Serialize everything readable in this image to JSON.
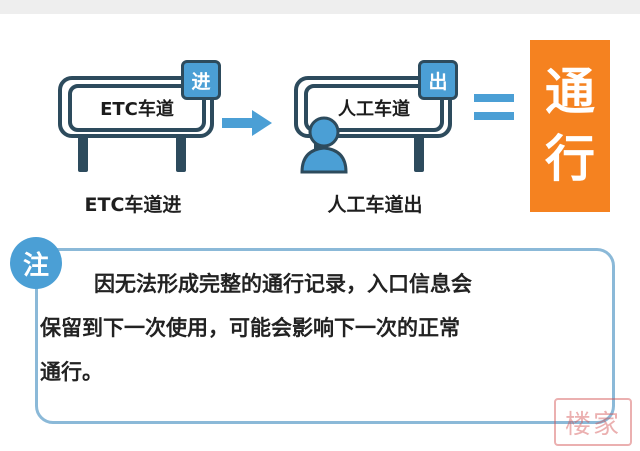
{
  "scene": {
    "left_sign": {
      "label": "ETC车道",
      "badge": "进",
      "caption": "ETC车道进"
    },
    "right_sign": {
      "label": "人工车道",
      "badge": "出",
      "caption": "人工车道出"
    },
    "result": {
      "chars": [
        "通",
        "行"
      ]
    }
  },
  "note": {
    "icon_label": "注",
    "lines": [
      "因无法形成完整的通行记录，入口信息会",
      "保留到下一次使用，可能会影响下一次的正常",
      "通行。"
    ]
  },
  "watermark": {
    "text": "楼家"
  },
  "colors": {
    "accent_blue": "#4b9fd5",
    "dark_outline": "#2d4b5d",
    "result_orange": "#f58220",
    "note_border": "#8bb9d8"
  },
  "icons": {
    "arrow": "arrow-right-icon",
    "equals": "equals-icon",
    "person": "person-icon"
  }
}
